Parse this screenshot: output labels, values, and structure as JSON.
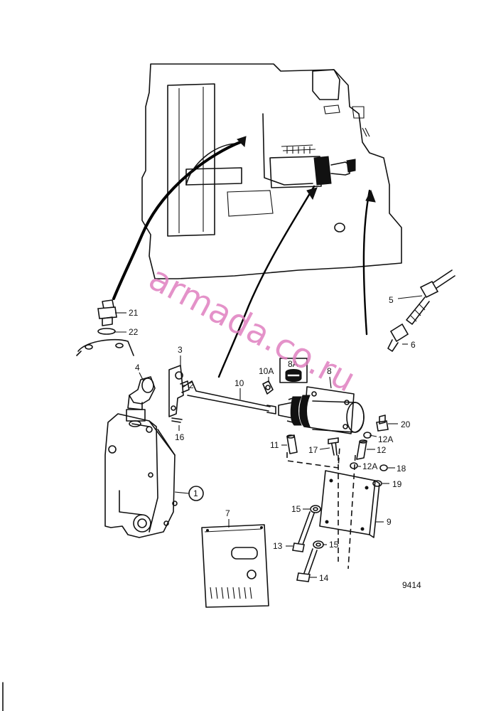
{
  "callouts": {
    "c1": "1",
    "c2": "2",
    "c3": "3",
    "c4": "4",
    "c5": "5",
    "c6": "6",
    "c7": "7",
    "c8": "8",
    "c8a": "8A",
    "c9": "9",
    "c10": "10",
    "c10a": "10A",
    "c11": "11",
    "c12": "12",
    "c12a_top": "12A",
    "c12a_bottom": "12A",
    "c13": "13",
    "c14": "14",
    "c15_top": "15",
    "c15_bottom": "15",
    "c16": "16",
    "c17": "17",
    "c18": "18",
    "c19": "19",
    "c20": "20",
    "c21": "21",
    "c22": "22"
  },
  "figure_ref": "9414",
  "watermark": "armada.co.ru",
  "colors": {
    "ink": "#111111",
    "watermark": "#e080c0"
  }
}
